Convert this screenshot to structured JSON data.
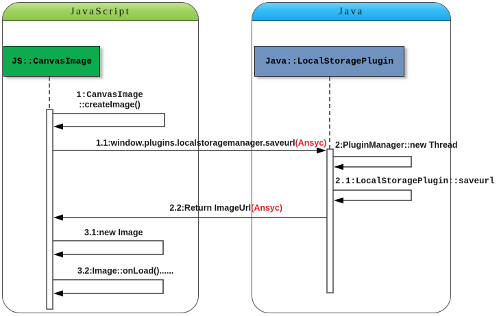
{
  "diagram": {
    "type": "uml-sequence-diagram",
    "frames": [
      {
        "title": "JavaScript",
        "header_color": "#9ed260"
      },
      {
        "title": "Java",
        "header_color": "#29b5f3"
      }
    ],
    "objects": [
      {
        "label": "JS::CanvasImage",
        "fill": "#0eaa50"
      },
      {
        "label": "Java::LocalStoragePlugin",
        "fill": "#7092be"
      }
    ],
    "messages": [
      {
        "seq": "1",
        "kind": "self-call",
        "line1": "1:CanvasImage",
        "line2": "::createImage()"
      },
      {
        "seq": "1.1",
        "kind": "async-call",
        "label": "1.1:window.plugins.localstoragemanager.saveurl",
        "suffix": "(Ansyc)"
      },
      {
        "seq": "2",
        "kind": "self-call",
        "label": "2:PluginManager::new Thread"
      },
      {
        "seq": "2.1",
        "kind": "self-call",
        "label": "2.1:LocalStoragePlugin::saveurl"
      },
      {
        "seq": "2.2",
        "kind": "return",
        "label": "2.2:Return ImageUrl",
        "suffix": "(Ansyc)"
      },
      {
        "seq": "3.1",
        "kind": "self-call",
        "label": "3.1:new Image"
      },
      {
        "seq": "3.2",
        "kind": "self-call",
        "label": "3.2:Image::onLoad()......"
      }
    ],
    "accent_red": "#e8202a",
    "line_color": "#3d3d3d"
  }
}
